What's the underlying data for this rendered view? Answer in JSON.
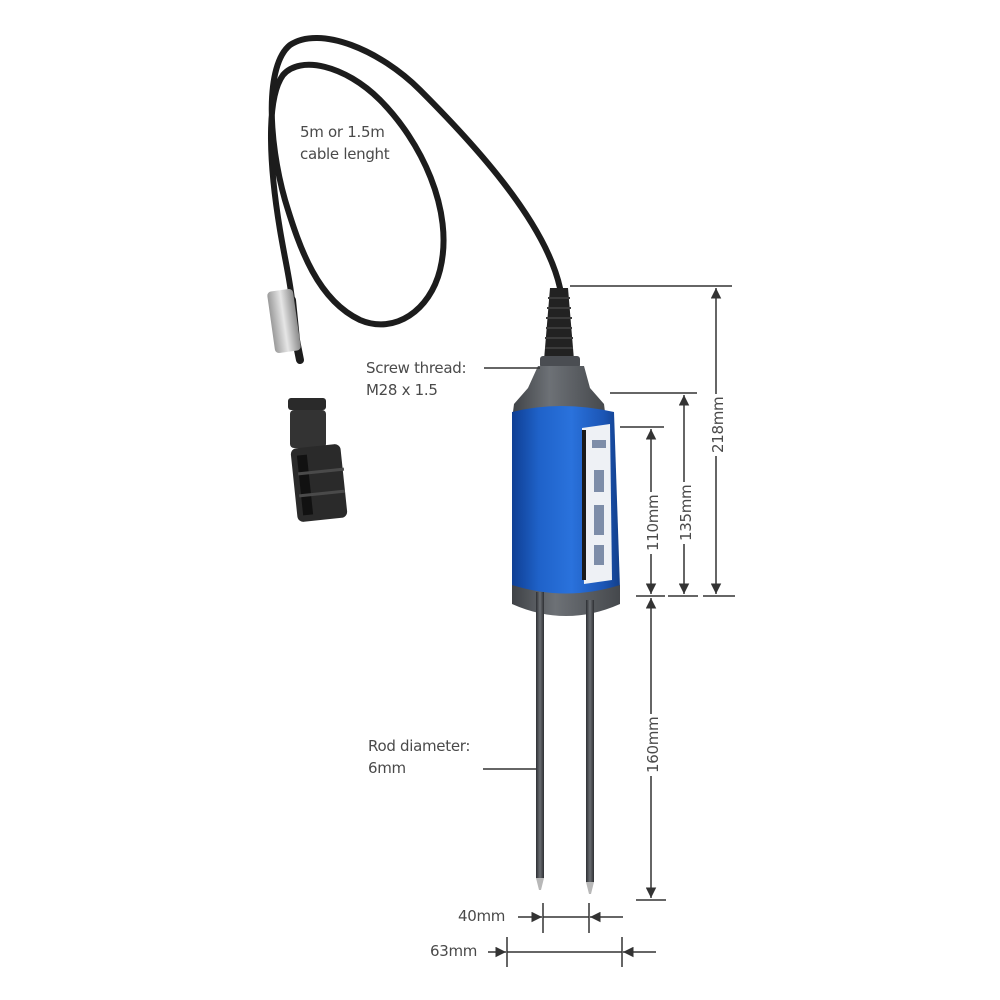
{
  "diagram": {
    "subject": "Soil moisture probe with cable and connector",
    "colors": {
      "body_blue": "#1f62c9",
      "cap_gray": "#5d6166",
      "cable_black": "#1c1c1c",
      "dimension_line": "#333333",
      "text": "#4a4a4a",
      "background": "#ffffff"
    },
    "annotations": {
      "cable": {
        "line1": "5m or 1.5m",
        "line2": "cable lenght"
      },
      "screw_thread": {
        "line1": "Screw thread:",
        "line2": "M28 x 1.5"
      },
      "rod_diameter": {
        "line1": "Rod diameter:",
        "line2": "6mm"
      }
    },
    "dimensions": {
      "total_height": "218mm",
      "body_with_cap": "135mm",
      "body": "110mm",
      "rod_length": "160mm",
      "rod_spacing": "40mm",
      "body_diameter": "63mm"
    }
  }
}
